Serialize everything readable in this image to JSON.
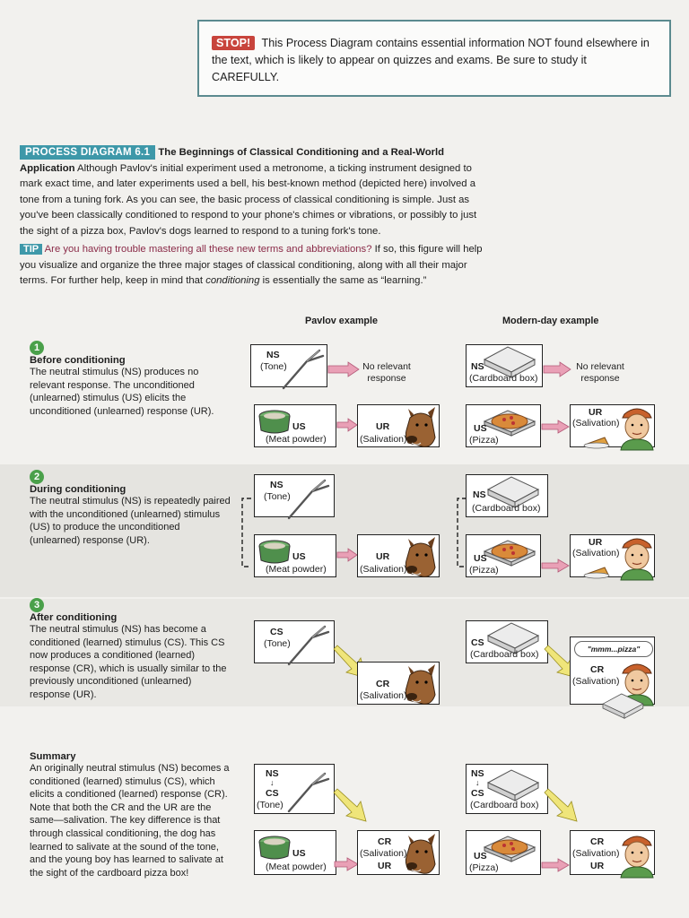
{
  "stop": {
    "badge": "STOP!",
    "text": "This Process Diagram contains essential information NOT found elsewhere in the text, which is likely to appear on quizzes and exams. Be sure to study it CAREFULLY."
  },
  "header": {
    "badge": "PROCESS DIAGRAM 6.1",
    "title": "The Beginnings of Classical Conditioning and a Real-World Application",
    "intro": "Although Pavlov's initial experiment used a metronome, a ticking instrument designed to mark exact time, and later experiments used a bell, his best-known method (depicted here) involved a tone from a tuning fork. As you can see, the basic process of classical conditioning is simple. Just as you've been classically conditioned to respond to your phone's chimes or vibrations, or possibly to just the sight of a pizza box, Pavlov's dogs learned to respond to a tuning fork's tone.",
    "tip_badge": "TIP",
    "tip_question": "Are you having trouble mastering all these new terms and abbreviations?",
    "tip_text_before": "If so, this figure will help you visualize and organize the three major stages of classical conditioning, along with all their major terms. For further help, keep in mind that",
    "tip_italic": "conditioning",
    "tip_text_after": "is essentially the same as “learning.”"
  },
  "columns": {
    "pavlov": "Pavlov example",
    "modern": "Modern-day example"
  },
  "steps": [
    {
      "num": "1",
      "title": "Before conditioning",
      "text": "The neutral stimulus (NS) produces no relevant response. The unconditioned (unlearned) stimulus (US) elicits the unconditioned (unlearned) response (UR)."
    },
    {
      "num": "2",
      "title": "During conditioning",
      "text": "The neutral stimulus (NS) is repeatedly paired with the unconditioned (unlearned) stimulus (US) to produce the unconditioned (unlearned) response (UR)."
    },
    {
      "num": "3",
      "title": "After conditioning",
      "text": "The neutral stimulus (NS) has become a conditioned (learned) stimulus (CS). This CS now produces a conditioned (learned) response (CR), which is usually similar to the previously unconditioned (unlearned) response (UR)."
    }
  ],
  "summary": {
    "title": "Summary",
    "text": "An originally neutral stimulus (NS) becomes a conditioned (learned) stimulus (CS), which elicits a conditioned (learned) response (CR). Note that both the CR and the UR are the same—salivation. The key difference is that through classical conditioning, the dog has learned to salivate at the sound of the tone, and the young boy has learned to salivate at the sight of the cardboard pizza box!"
  },
  "labels": {
    "ns": "NS",
    "us": "US",
    "ur": "UR",
    "cs": "CS",
    "cr": "CR",
    "tone": "(Tone)",
    "meat": "(Meat powder)",
    "salivation": "(Salivation)",
    "cardboard": "(Cardboard box)",
    "pizza": "(Pizza)",
    "no_response": "No relevant response",
    "speech": "\"mmm...pizza\""
  },
  "colors": {
    "badge_teal": "#3e98a9",
    "stop_red": "#c8443c",
    "pink_arrow": "#e9a0b6",
    "yellow_arrow": "#efe57a",
    "step_green": "#4aa04a"
  }
}
